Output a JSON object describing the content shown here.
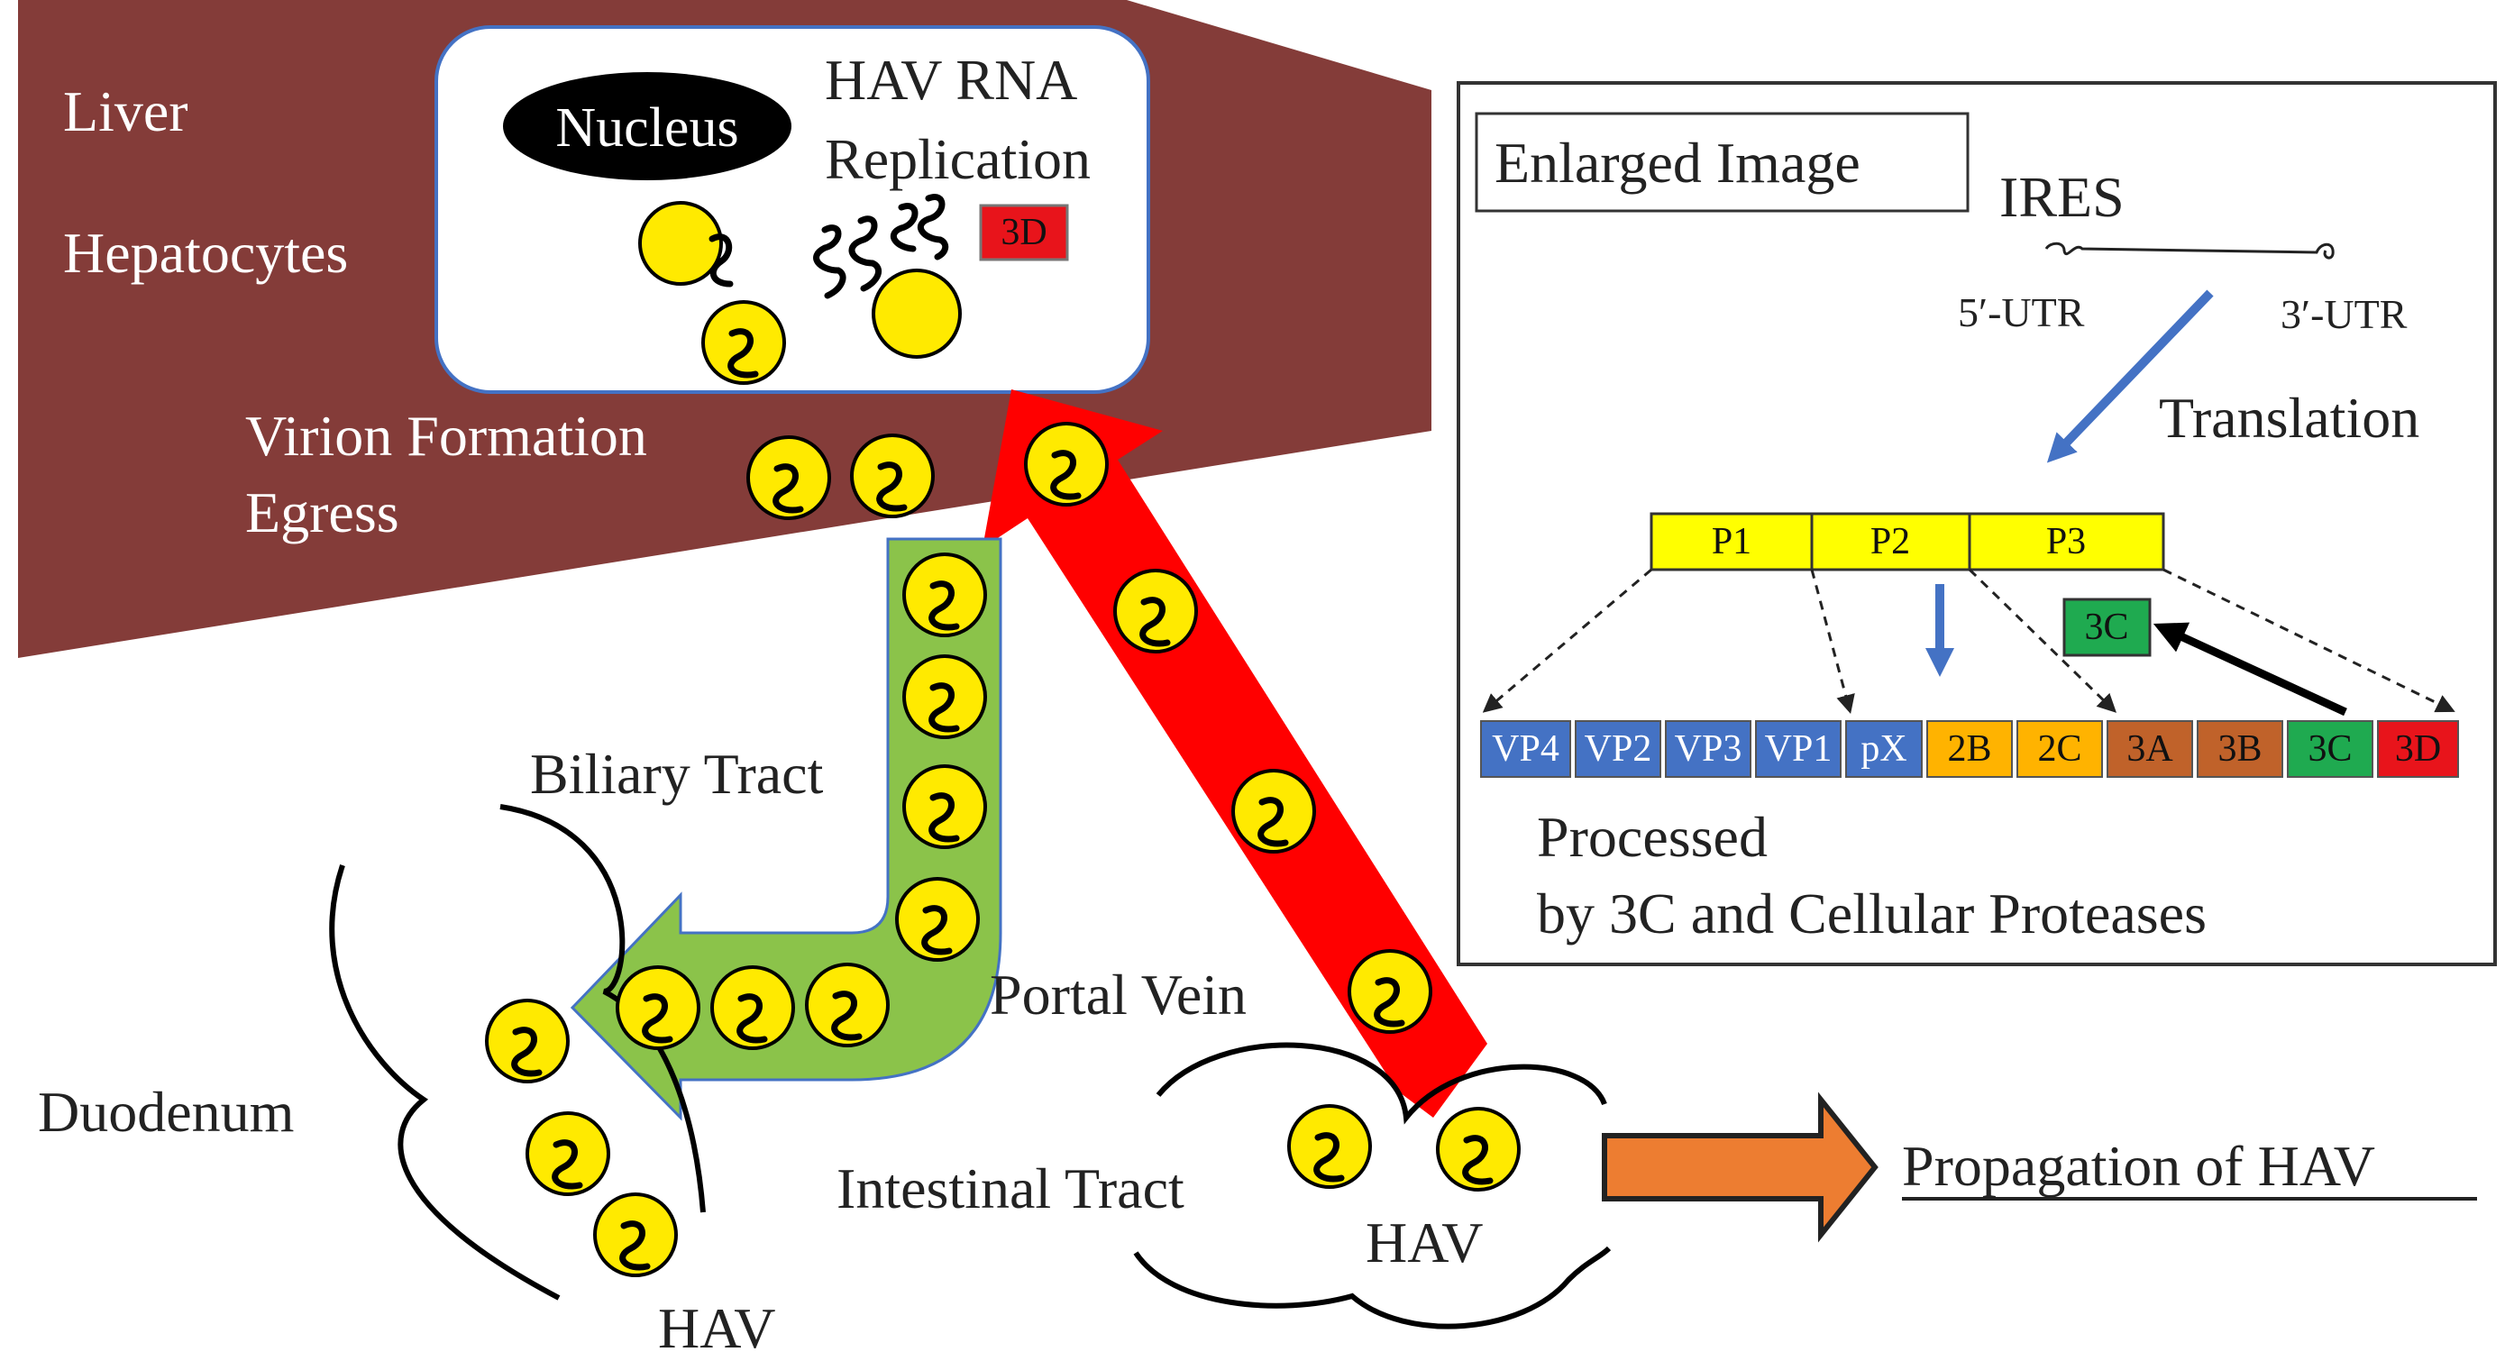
{
  "labels": {
    "liver": "Liver",
    "hepatocytes": "Hepatocytes",
    "nucleus": "Nucleus",
    "hav_rna": "HAV RNA",
    "replication": "Replication",
    "three_d_small": "3D",
    "virion_formation": "Virion Formation",
    "egress": "Egress",
    "biliary_tract": "Biliary Tract",
    "duodenum": "Duodenum",
    "hav_duodenum": "HAV",
    "portal_vein": "Portal Vein",
    "intestinal_tract": "Intestinal Tract",
    "hav_intestine": "HAV",
    "propagation": "Propagation of HAV"
  },
  "enlarged": {
    "title": "Enlarged Image",
    "ires": "IRES",
    "utr5": "5′-UTR",
    "utr3": "3′-UTR",
    "translation": "Translation",
    "polyprotein": [
      "P1",
      "P2",
      "P3"
    ],
    "three_c_floating": "3C",
    "processed_line1": "Processed",
    "processed_line2": "by 3C and Cellular Proteases",
    "segments": [
      {
        "label": "VP4",
        "color": "#4472C4"
      },
      {
        "label": "VP2",
        "color": "#4472C4"
      },
      {
        "label": "VP3",
        "color": "#4472C4"
      },
      {
        "label": "VP1",
        "color": "#4472C4"
      },
      {
        "label": "pX",
        "color": "#4472C4"
      },
      {
        "label": "2B",
        "color": "#FFB300"
      },
      {
        "label": "2C",
        "color": "#FFB300"
      },
      {
        "label": "3A",
        "color": "#C0622A"
      },
      {
        "label": "3B",
        "color": "#C0622A"
      },
      {
        "label": "3C",
        "color": "#1FAA50"
      },
      {
        "label": "3D",
        "color": "#E8141B"
      }
    ]
  },
  "colors": {
    "liver": "#843C39",
    "virion": "#FFEA00",
    "red_arrow": "#FF0000",
    "green_arrow": "#8BC34A",
    "orange_arrow": "#ED7D31",
    "blue_arrow": "#4472C4",
    "polyprotein": "#FFFF00",
    "three_c": "#1FAA50"
  },
  "icons": {
    "virion": "hav-virion-icon",
    "rna": "rna-strand-icon"
  }
}
